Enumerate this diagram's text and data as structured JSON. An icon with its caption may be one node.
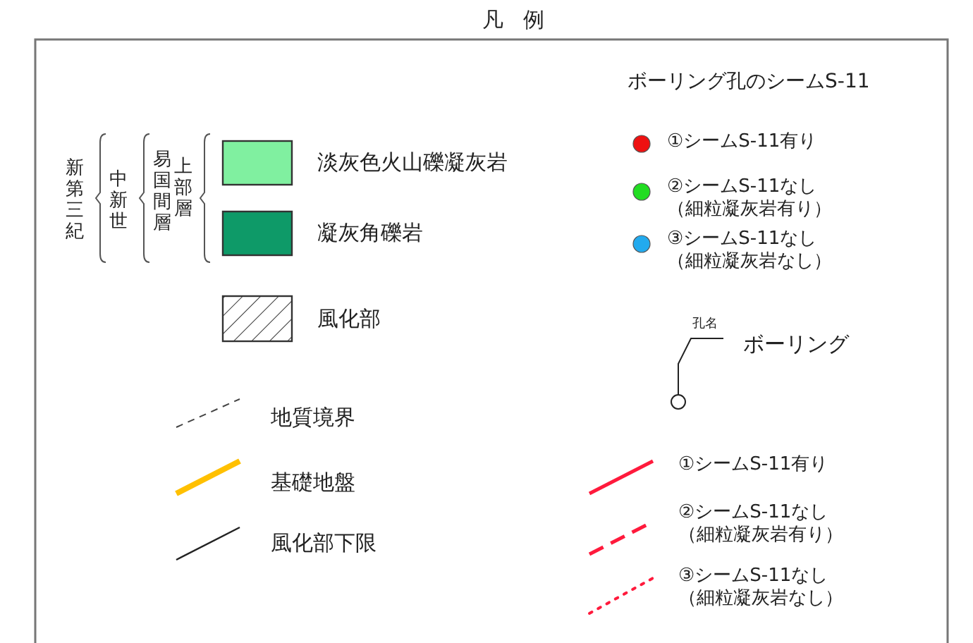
{
  "diagram": {
    "title": "凡例",
    "labels": [
      "新第三紀",
      "中新世",
      "易国間層",
      "上部層",
      "ボーリング孔のシームS-11",
      "孔名"
    ],
    "legend": [
      {
        "text": "淡灰色火山礫凝灰岩",
        "color": "#80f0a0"
      },
      {
        "text": "凝灰角礫岩",
        "color": "#0e9a68"
      },
      {
        "text": "風化部"
      },
      {
        "text": "地質境界"
      },
      {
        "text": "基礎地盤"
      },
      {
        "text": "風化部下限"
      },
      {
        "text": "①シームS-11有り",
        "color": "#ee1111"
      },
      {
        "text": "②シームS-11なし（細粒凝灰岩有り）",
        "color": "#22dd22"
      },
      {
        "text": "③シームS-11なし（細粒凝灰岩なし）",
        "color": "#22aaee"
      },
      {
        "text": "ボーリング"
      },
      {
        "text": "①シームS-11有り"
      },
      {
        "text": "②シームS-11なし（細粒凝灰岩有り）"
      },
      {
        "text": "③シームS-11なし（細粒凝灰岩なし）"
      }
    ]
  }
}
